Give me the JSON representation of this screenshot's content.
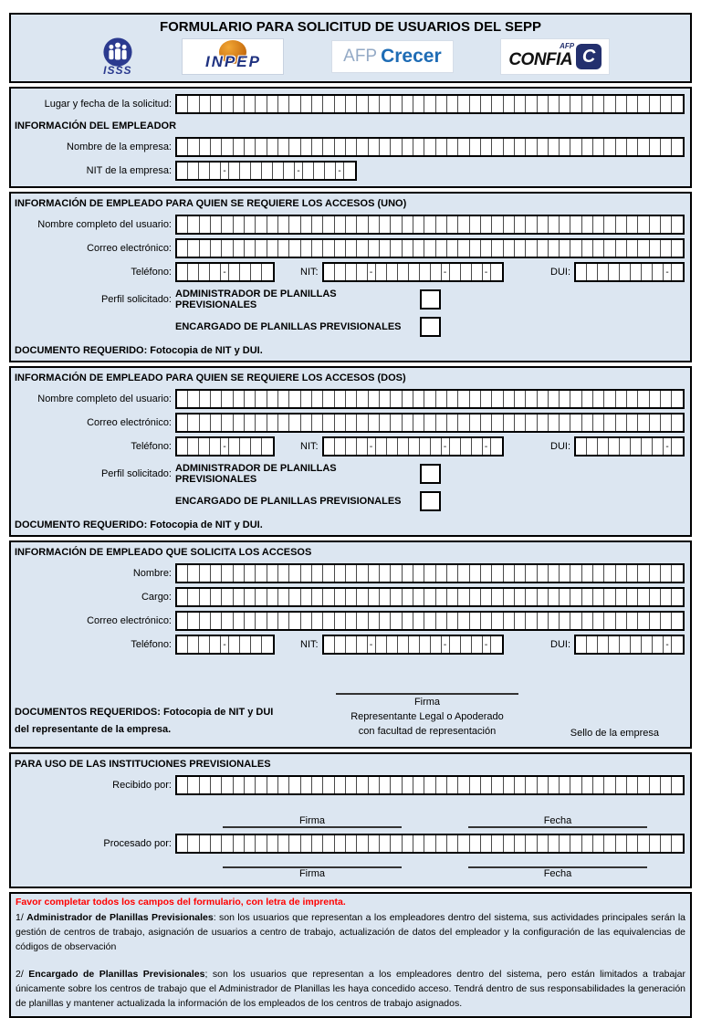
{
  "colors": {
    "form_bg": "#dce6f1",
    "warning_red": "#ff0000",
    "navy": "#1f3280",
    "crecer_blue": "#1e6cb5",
    "crecer_gray": "#94aac6",
    "inpep_orange": "#d8821c",
    "confia_navy": "#23306e"
  },
  "header": {
    "title": "FORMULARIO PARA SOLICITUD DE USUARIOS DEL SEPP",
    "logos": {
      "isss": "ISSS",
      "inpep": "INPEP",
      "crecer_prefix": "AFP",
      "crecer_name": "Crecer",
      "confia_name": "CONFIA",
      "confia_sup": "AFP",
      "confia_badge": "C"
    }
  },
  "request_info": {
    "date_label": "Lugar y fecha de la solicitud:",
    "employer_header": "INFORMACIÓN DEL EMPLEADOR",
    "company_name_label": "Nombre de la empresa:",
    "company_nit_label": "NIT de la empresa:"
  },
  "employee_sections": [
    {
      "header": "INFORMACIÓN DE EMPLEADO PARA QUIEN SE REQUIERE LOS ACCESOS (UNO)",
      "full_name_label": "Nombre completo del usuario:",
      "email_label": "Correo electrónico:",
      "phone_label": "Teléfono:",
      "nit_label": "NIT:",
      "dui_label": "DUI:",
      "profile_label": "Perfil solicitado:",
      "profile_admin": "ADMINISTRADOR DE PLANILLAS PREVISIONALES",
      "profile_manager": "ENCARGADO DE PLANILLAS PREVISIONALES",
      "document_note": "DOCUMENTO REQUERIDO: Fotocopia de NIT y DUI."
    },
    {
      "header": "INFORMACIÓN DE EMPLEADO PARA QUIEN SE REQUIERE LOS ACCESOS (DOS)",
      "full_name_label": "Nombre completo del usuario:",
      "email_label": "Correo electrónico:",
      "phone_label": "Teléfono:",
      "nit_label": "NIT:",
      "dui_label": "DUI:",
      "profile_label": "Perfil solicitado:",
      "profile_admin": "ADMINISTRADOR DE PLANILLAS PREVISIONALES",
      "profile_manager": "ENCARGADO DE PLANILLAS PREVISIONALES",
      "document_note": "DOCUMENTO REQUERIDO: Fotocopia de NIT y DUI."
    }
  ],
  "requester_section": {
    "header": "INFORMACIÓN DE EMPLEADO QUE SOLICITA LOS ACCESOS",
    "name_label": "Nombre:",
    "position_label": "Cargo:",
    "email_label": "Correo electrónico:",
    "phone_label": "Teléfono:",
    "nit_label": "NIT:",
    "dui_label": "DUI:",
    "documents_note_line1": "DOCUMENTOS REQUERIDOS: Fotocopia de NIT y DUI",
    "documents_note_line2": "del representante de la empresa.",
    "signature_label": "Firma",
    "signature_sub1": "Representante Legal o Apoderado",
    "signature_sub2": "con facultad de representación",
    "seal_label": "Sello de la empresa"
  },
  "institutions_section": {
    "header": "PARA USO DE LAS INSTITUCIONES PREVISIONALES",
    "received_label": "Recibido por:",
    "processed_label": "Procesado por:",
    "signature_label": "Firma",
    "date_label": "Fecha"
  },
  "footnotes": {
    "warning": "Favor completar todos los campos del formulario, con letra de imprenta.",
    "note1_prefix": "1/ ",
    "note1_term": "Administrador de Planillas Previsionales",
    "note1_text": ": son los usuarios que representan a los empleadores dentro del sistema, sus actividades principales serán la gestión de centros de trabajo, asignación de usuarios a centro de trabajo, actualización de datos del empleador y la configuración de las equivalencias de códigos de observación",
    "note2_prefix": "2/ ",
    "note2_term": "Encargado de Planillas Previsionales",
    "note2_text": "; son los usuarios que representan a los empleadores dentro del sistema, pero están limitados a trabajar únicamente sobre los centros de trabajo que el Administrador de Planillas les haya concedido acceso. Tendrá dentro de sus responsabilidades la generación de planillas y mantener actualizada la información de los empleados de los centros de trabajo asignados."
  },
  "box_formats": {
    "separator": "-",
    "long": [
      45
    ],
    "phone": [
      4,
      4
    ],
    "nit": [
      4,
      6,
      3,
      1
    ],
    "dui": [
      8,
      1
    ]
  }
}
